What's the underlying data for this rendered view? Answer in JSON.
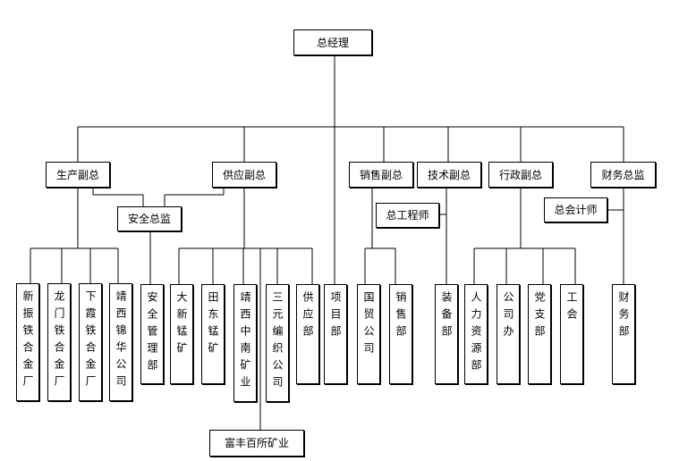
{
  "top": {
    "ceo": "总经理"
  },
  "managers": {
    "production": "生产副总",
    "supply": "供应副总",
    "sales": "销售副总",
    "tech": "技术副总",
    "admin": "行政副总",
    "finance_director": "财务总监"
  },
  "sub": {
    "safety_director": "安全总监",
    "chief_engineer": "总工程师",
    "chief_accountant": "总会计师"
  },
  "units": {
    "xinzhen": "新振铁合金厂",
    "longmen": "龙门铁合金厂",
    "xiaxia": "下霞铁合金厂",
    "jingxi_jinhua": "靖西锦华公司",
    "safety_dept": "安全管理部",
    "daxin": "大新锰矿",
    "tiandong": "田东锰矿",
    "jingxi_zhongnan": "靖西中南矿业",
    "sanyuan": "三元编织公司",
    "supply_dept": "供应部",
    "project_dept": "项目部",
    "guomao": "国贸公司",
    "sales_dept": "销售部",
    "equipment_dept": "装备部",
    "hr_dept": "人力资源部",
    "company_office": "公司办",
    "party_branch": "党支部",
    "union": "工会",
    "finance_dept": "财务部"
  },
  "extra": {
    "fufeng": "富丰百所矿业"
  }
}
